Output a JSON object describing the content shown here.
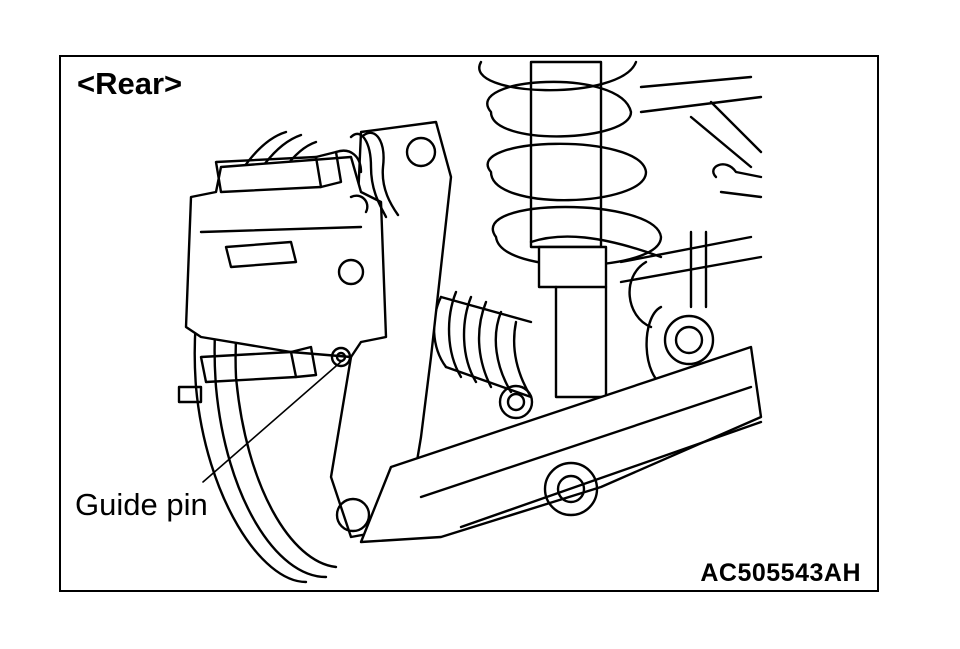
{
  "diagram": {
    "view_label": "<Rear>",
    "callout_label": "Guide pin",
    "figure_id": "AC505543AH"
  },
  "icons": {
    "drawing": "rear-brake-caliper-suspension-drawing"
  }
}
